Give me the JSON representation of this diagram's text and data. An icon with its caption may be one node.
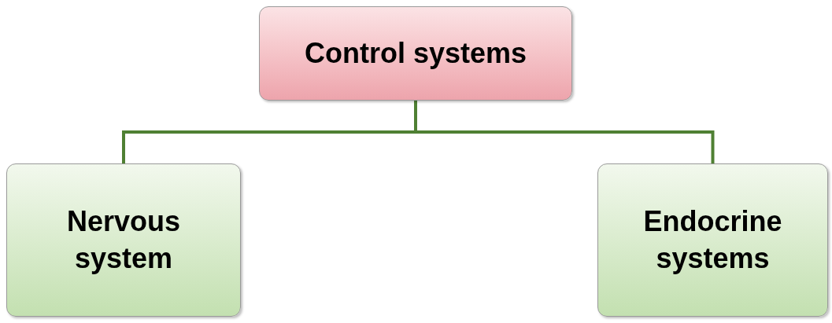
{
  "diagram": {
    "nodes": [
      {
        "text": [
          "Control systems"
        ]
      },
      {
        "text": [
          "Nervous system"
        ]
      },
      {
        "text": [
          "Endocrine systems"
        ]
      }
    ],
    "edges": [
      {
        "from": 0,
        "to": 1,
        "arrow": "none"
      },
      {
        "from": 0,
        "to": 2,
        "arrow": "none"
      }
    ]
  }
}
